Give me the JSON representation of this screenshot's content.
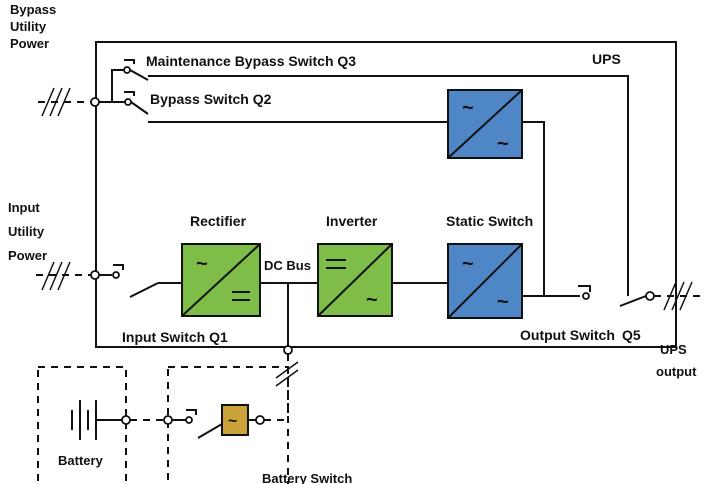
{
  "labels": {
    "bypass_power": [
      "Bypass",
      "Utility",
      "Power"
    ],
    "input_power": [
      "Input",
      "Utility",
      "Power"
    ],
    "maintenance_switch": "Maintenance Bypass Switch Q3",
    "bypass_switch": "Bypass Switch Q2",
    "ups": "UPS",
    "rectifier": "Rectifier",
    "inverter": "Inverter",
    "static_switch": "Static Switch",
    "dc_bus": "DC Bus",
    "input_switch": "Input Switch Q1",
    "output_switch": "Output Switch",
    "q5": "Q5",
    "ups_output": [
      "UPS",
      "output"
    ],
    "battery": "Battery",
    "battery_switch": "Battery Switch"
  },
  "colors": {
    "converter_green": "#7dbd48",
    "switch_blue": "#4f86c6",
    "fuse_yellow": "#c9a33a",
    "line": "#111111"
  },
  "icons": {
    "ac_dc": "rectifier-icon",
    "dc_ac": "inverter-icon",
    "ac_ac": "static-switch-icon",
    "fuse": "fuse-icon"
  }
}
